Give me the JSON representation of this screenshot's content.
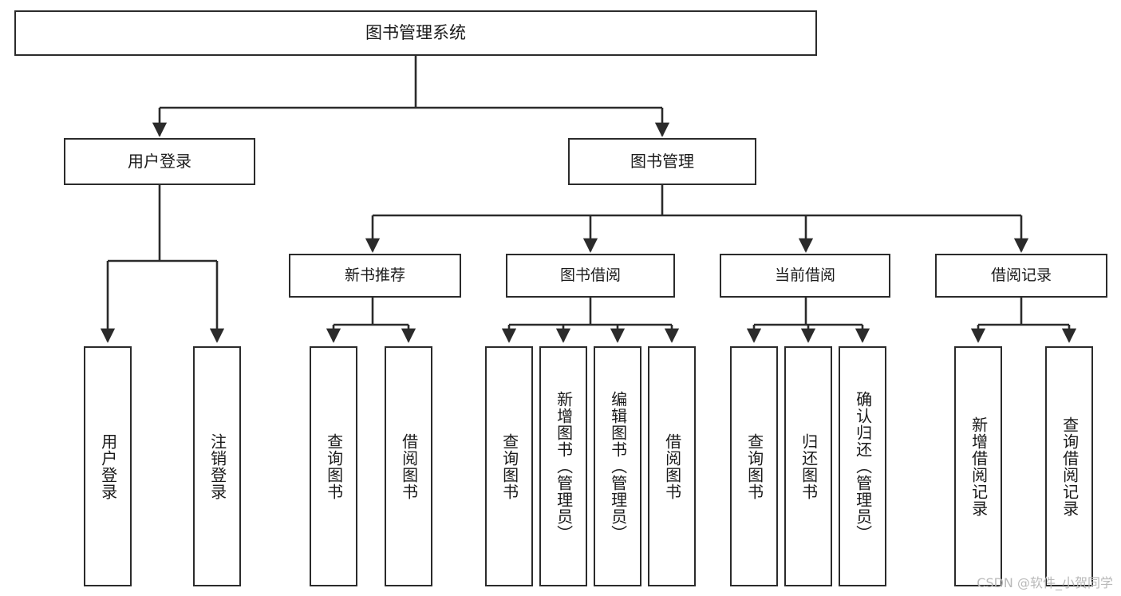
{
  "diagram": {
    "type": "tree-hierarchy",
    "title": "图书管理系统",
    "root": {
      "label": "图书管理系统"
    },
    "level1": [
      {
        "label": "用户登录"
      },
      {
        "label": "图书管理"
      }
    ],
    "level2": [
      {
        "label": "新书推荐"
      },
      {
        "label": "图书借阅"
      },
      {
        "label": "当前借阅"
      },
      {
        "label": "借阅记录"
      }
    ],
    "leaves": {
      "user_login": [
        {
          "label": "用户登录"
        },
        {
          "label": "注销登录"
        }
      ],
      "new_book_recommend": [
        {
          "label": "查询图书"
        },
        {
          "label": "借阅图书"
        }
      ],
      "book_borrow": [
        {
          "label": "查询图书"
        },
        {
          "label": "新增图书（管理员）"
        },
        {
          "label": "编辑图书（管理员）"
        },
        {
          "label": "借阅图书"
        }
      ],
      "current_borrow": [
        {
          "label": "查询图书"
        },
        {
          "label": "归还图书"
        },
        {
          "label": "确认归还（管理员）"
        }
      ],
      "borrow_record": [
        {
          "label": "新增借阅记录"
        },
        {
          "label": "查询借阅记录"
        }
      ]
    },
    "watermark": "CSDN @软件_小贺同学",
    "colors": {
      "border": "#2b2b2b",
      "background": "#ffffff",
      "text": "#1a1a1a",
      "watermark": "#b9b9b9"
    }
  }
}
